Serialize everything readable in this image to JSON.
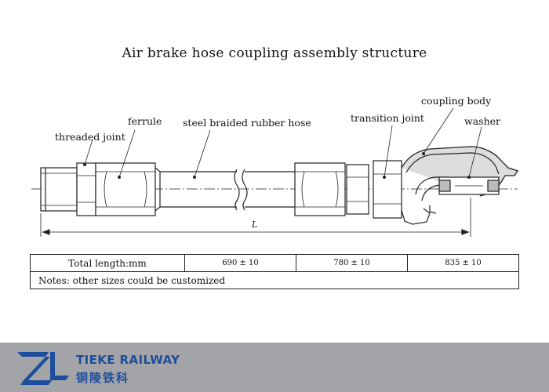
{
  "title": "Air brake hose coupling assembly structure",
  "labels": {
    "threaded_joint": "threaded joint",
    "ferrule": "ferrule",
    "hose": "steel braided rubber hose",
    "transition_joint": "transition joint",
    "coupling_body": "coupling body",
    "washer": "washer",
    "length_symbol": "L"
  },
  "table": {
    "header": "Total length:mm",
    "values": [
      "690 ± 10",
      "780 ± 10",
      "835 ± 10"
    ],
    "notes": "Notes: other sizes could be customized"
  },
  "brand": {
    "name_en": "TIEKE RAILWAY",
    "name_cn": "铜陵铁科",
    "color": "#1d4e9c"
  }
}
